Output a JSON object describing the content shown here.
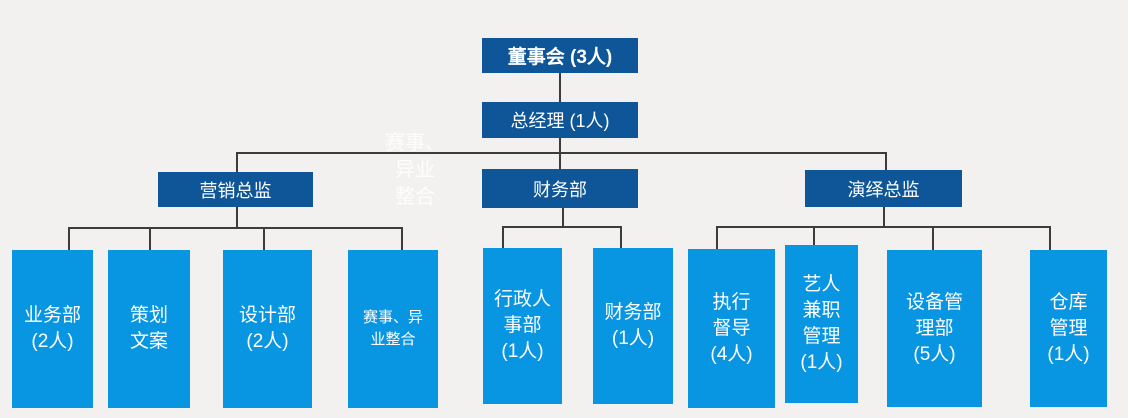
{
  "background": "#F2F1EF",
  "colors": {
    "level_box_fill": "#0E5697",
    "leaf_box_fill": "#0895E2",
    "connector": "#3C3C3C",
    "box_text": "#FFFFFF",
    "ghost_text": "#FDFDFC"
  },
  "org_chart": {
    "root": {
      "label": "董事会 (3人)"
    },
    "general_manager": {
      "label": "总经理 (1人)"
    },
    "branches": [
      {
        "label": "营销总监"
      },
      {
        "label": "财务部"
      },
      {
        "label": "演绎总监"
      }
    ],
    "leaves": [
      {
        "lines": [
          "业务部",
          "(2人)"
        ]
      },
      {
        "lines": [
          "策划",
          "文案"
        ]
      },
      {
        "lines": [
          "设计部",
          "(2人)"
        ]
      },
      {
        "lines": [
          "赛事、异",
          "业整合"
        ]
      },
      {
        "lines": [
          "行政人",
          "事部",
          "(1人)"
        ]
      },
      {
        "lines": [
          "财务部",
          "(1人)"
        ]
      },
      {
        "lines": [
          "执行",
          "督导",
          "(4人)"
        ]
      },
      {
        "lines": [
          "艺人",
          "兼职",
          "管理",
          "(1人)"
        ]
      },
      {
        "lines": [
          "设备管",
          "理部",
          "(5人)"
        ]
      },
      {
        "lines": [
          "仓库",
          "管理",
          "(1人)"
        ]
      }
    ],
    "ghost_label": {
      "lines": [
        "赛事、",
        "异业",
        "整合"
      ]
    }
  }
}
